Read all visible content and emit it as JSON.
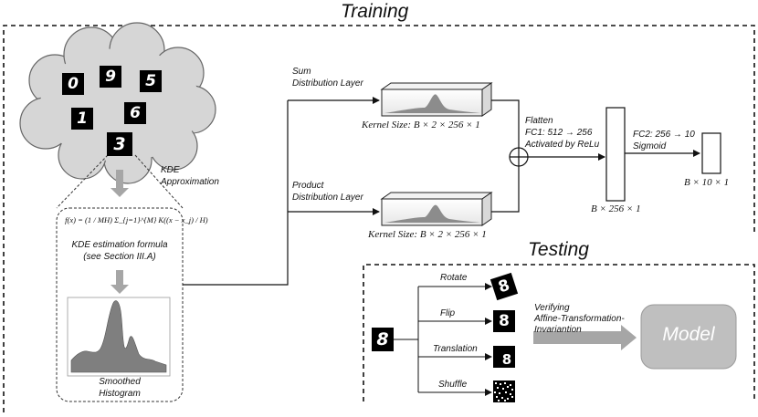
{
  "sections": {
    "training": "Training",
    "testing": "Testing"
  },
  "cloud": {
    "digits": [
      "0",
      "9",
      "5",
      "1",
      "6",
      "3"
    ],
    "kde_label_1": "KDE",
    "kde_label_2": "Approximation"
  },
  "formula": {
    "expression": "f(x) = (1 / MH) Σ_{j=1}^{M} K((x − x_j) / H)",
    "caption_1": "KDE estimation formula",
    "caption_2": "(see Section III.A)",
    "histogram_label_1": "Smoothed",
    "histogram_label_2": "Histogram"
  },
  "layers": {
    "sum_label_1": "Sum",
    "sum_label_2": "Distribution Layer",
    "sum_kernel": "Kernel Size: B × 2 × 256 × 1",
    "product_label_1": "Product",
    "product_label_2": "Distribution Layer",
    "product_kernel": "Kernel Size: B × 2 × 256 × 1"
  },
  "fc": {
    "flatten": "Flatten",
    "fc1": "FC1: 512 → 256",
    "fc1_activation": "Activated by ReLu",
    "fc1_size": "B × 256 × 1",
    "fc2": "FC2: 256 → 10",
    "fc2_activation": "Sigmoid",
    "fc2_size": "B × 10 × 1"
  },
  "testing": {
    "input_digit": "8",
    "transforms": [
      {
        "label": "Rotate",
        "glyph": "8"
      },
      {
        "label": "Flip",
        "glyph": "8"
      },
      {
        "label": "Translation",
        "glyph": "8"
      },
      {
        "label": "Shuffle",
        "glyph": ""
      }
    ],
    "verify_1": "Verifying",
    "verify_2": "Affine-Transformation-",
    "verify_3": "Invariantion",
    "model": "Model"
  },
  "colors": {
    "histogram_fill": "#7f7f7f",
    "model_fill": "#bfbfbf",
    "arrow_fill": "#a6a6a6",
    "cloud_fill": "#d6d6d6"
  }
}
